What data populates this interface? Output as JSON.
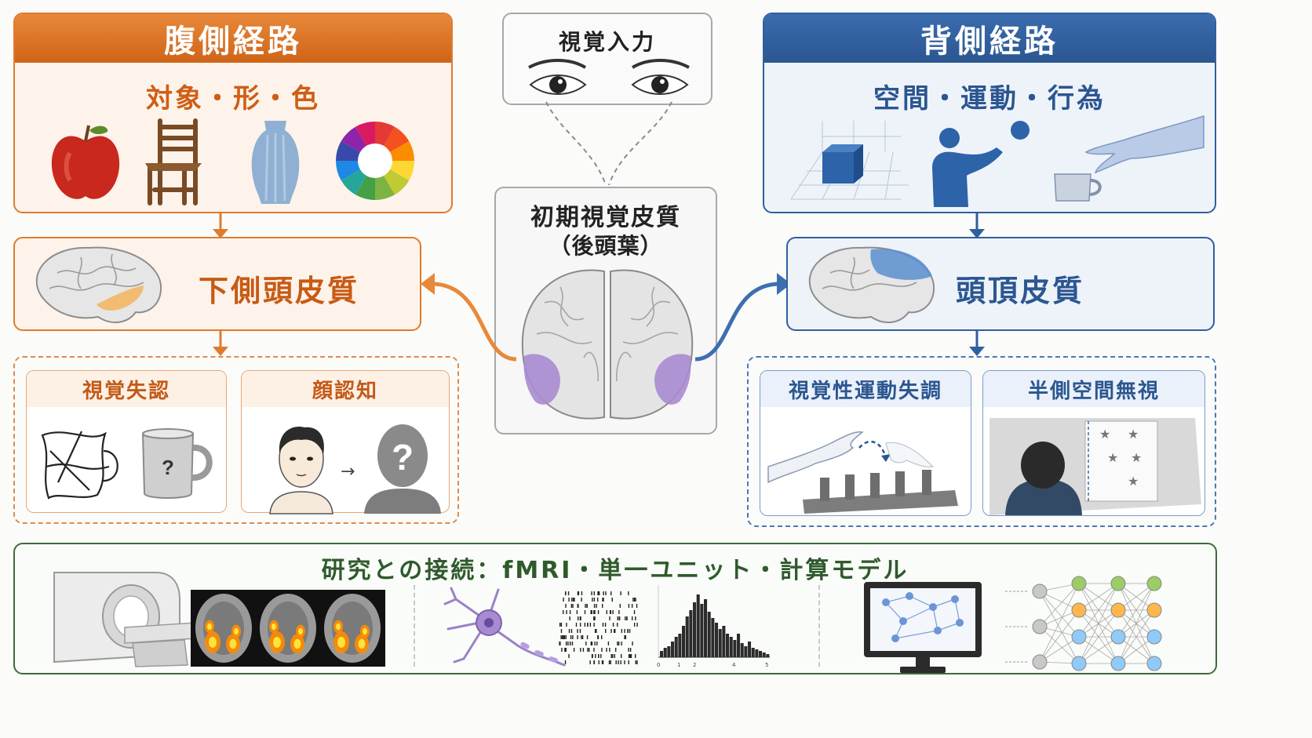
{
  "ventral": {
    "title": "腹側経路",
    "subtitle": "対象・形・色",
    "cortex": "下側頭皮質",
    "deficits": [
      {
        "label": "視覚失認"
      },
      {
        "label": "顔認知"
      }
    ]
  },
  "dorsal": {
    "title": "背側経路",
    "subtitle": "空間・運動・行為",
    "cortex": "頭頂皮質",
    "deficits": [
      {
        "label": "視覚性運動失調"
      },
      {
        "label": "半側空間無視"
      }
    ]
  },
  "center": {
    "input_label": "視覚入力",
    "v1_line1": "初期視覚皮質",
    "v1_line2": "（後頭葉）"
  },
  "research": {
    "title": "研究との接続：fMRI・単一ユニット・計算モデル",
    "histogram_ticks": [
      "0",
      "1",
      "2",
      "4",
      "5"
    ]
  },
  "icons": {
    "question_mark": "?",
    "arrow": "→"
  },
  "colors": {
    "ventral": "#e07b2e",
    "dorsal": "#2f5f9e",
    "research": "#3d6b3a",
    "highlight": "#a78bd0"
  }
}
